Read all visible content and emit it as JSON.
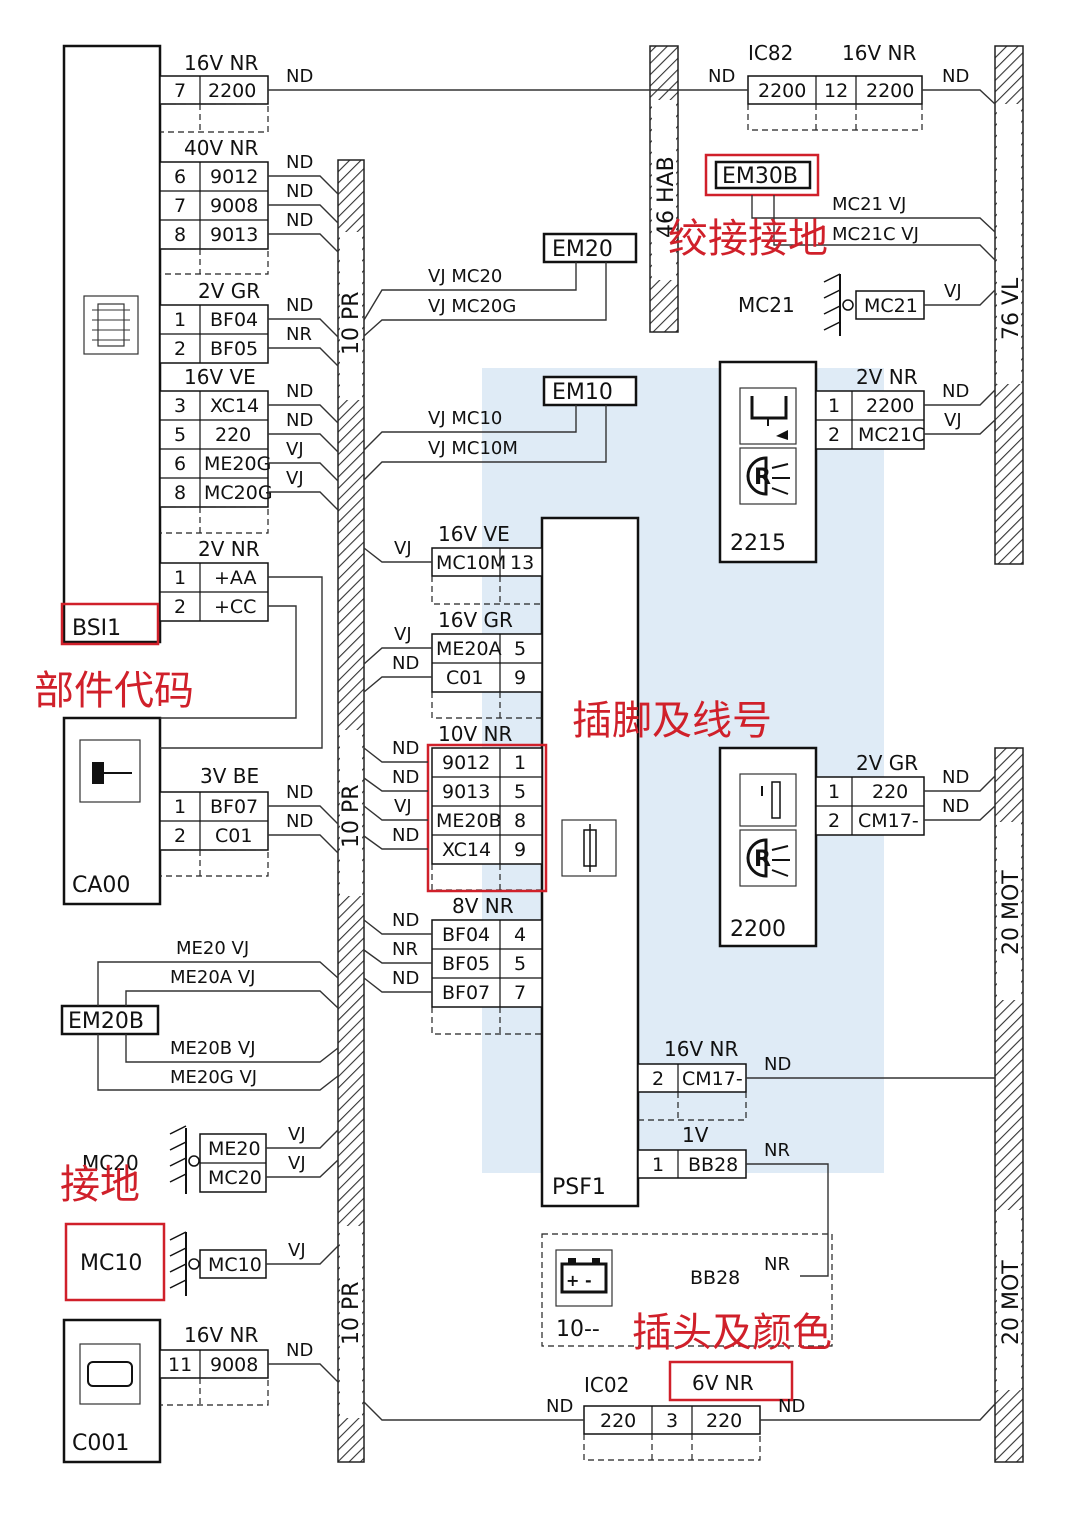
{
  "components": {
    "bsi": "BSI1",
    "ca00": "CA00",
    "c001": "C001",
    "psf": "PSF1",
    "c2215": "2215",
    "c2200": "2200",
    "battery": "10--",
    "em20": "EM20",
    "em10": "EM10",
    "em30b": "EM30B",
    "em20b": "EM20B"
  },
  "harness": {
    "hab": "46 HAB",
    "vl": "76 VL",
    "pr1": "10 PR",
    "pr2": "10 PR",
    "pr3": "10 PR",
    "mot1": "20 MOT",
    "mot2": "20 MOT"
  },
  "connectors": {
    "bsi_c1": "16V NR",
    "bsi_c2": "40V NR",
    "bsi_c3": "2V GR",
    "bsi_c4": "16V VE",
    "bsi_c5": "2V NR",
    "ca00_c": "3V BE",
    "c001_c": "16V NR",
    "ic82_name": "IC82",
    "ic82_c": "16V NR",
    "ic02_name": "IC02",
    "ic02_c": "6V NR",
    "c2215_c": "2V NR",
    "c2200_c": "2V GR",
    "psf_c1": "16V VE",
    "psf_c2": "16V GR",
    "psf_c3": "10V NR",
    "psf_c4": "8V NR",
    "psf_c5": "16V NR",
    "psf_c6": "1V"
  },
  "pins": {
    "b1": [
      "7",
      "2200"
    ],
    "b2": [
      [
        "6",
        "9012"
      ],
      [
        "7",
        "9008"
      ],
      [
        "8",
        "9013"
      ]
    ],
    "b3": [
      [
        "1",
        "BF04"
      ],
      [
        "2",
        "BF05"
      ]
    ],
    "b4": [
      [
        "3",
        "XC14"
      ],
      [
        "5",
        "220"
      ],
      [
        "6",
        "ME20G"
      ],
      [
        "8",
        "MC20G"
      ]
    ],
    "b5": [
      [
        "1",
        "+AA"
      ],
      [
        "2",
        "+CC"
      ]
    ],
    "ca": [
      [
        "1",
        "BF07"
      ],
      [
        "2",
        "C01"
      ]
    ],
    "c001": [
      "11",
      "9008"
    ],
    "ic82": [
      "2200",
      "12",
      "2200"
    ],
    "ic02": [
      "220",
      "3",
      "220"
    ],
    "s2215": [
      [
        "1",
        "2200"
      ],
      [
        "2",
        "MC21C"
      ]
    ],
    "s2200": [
      [
        "1",
        "220"
      ],
      [
        "2",
        "CM17-"
      ]
    ],
    "p1": [
      "MC10M",
      "13"
    ],
    "p2": [
      [
        "ME20A",
        "5"
      ],
      [
        "C01",
        "9"
      ]
    ],
    "p3": [
      [
        "9012",
        "1"
      ],
      [
        "9013",
        "5"
      ],
      [
        "ME20B",
        "8"
      ],
      [
        "XC14",
        "9"
      ]
    ],
    "p4": [
      [
        "BF04",
        "4"
      ],
      [
        "BF05",
        "5"
      ],
      [
        "BF07",
        "7"
      ]
    ],
    "p5": [
      "2",
      "CM17-"
    ],
    "p6": [
      "1",
      "BB28"
    ],
    "g1": [
      "ME20",
      "MC20"
    ],
    "g2": "MC10",
    "g3": "MC21"
  },
  "wire_labels": {
    "nd": "ND",
    "nr": "NR",
    "vj": "VJ",
    "mc20": "VJ   MC20",
    "mc20g": "VJ   MC20G",
    "mc10": "VJ   MC10",
    "mc10m": "VJ   MC10M",
    "mc21": "MC21 VJ",
    "mc21c": "MC21C VJ",
    "me20": "ME20 VJ",
    "me20a": "ME20A VJ",
    "me20b": "ME20B VJ",
    "me20g": "ME20G VJ",
    "bb28": "BB28"
  },
  "grounds": {
    "mc20": "MC20",
    "mc10": "MC10",
    "mc21": "MC21"
  },
  "annotations": {
    "part_code": "部件代码",
    "pin_wire": "插脚及线号",
    "twist_ground": "绞接接地",
    "ground": "接地",
    "connector_color": "插头及颜色"
  },
  "colors": {
    "annotation": "#d0202a",
    "watermark": "#b9d2ea"
  }
}
